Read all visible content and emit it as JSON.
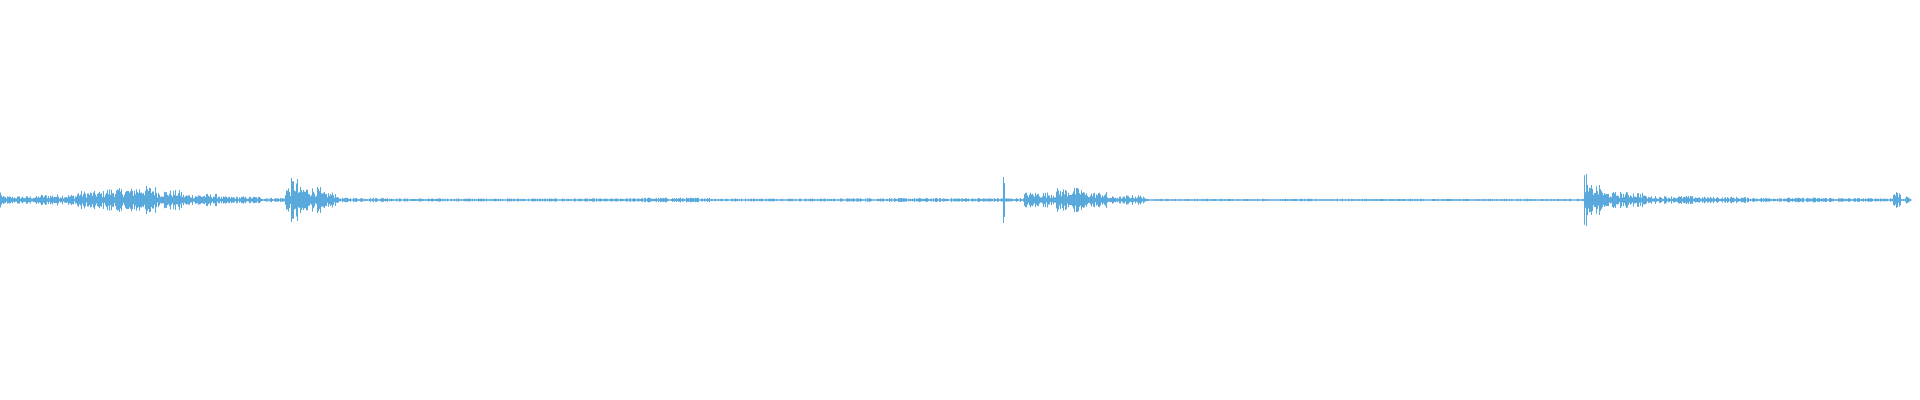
{
  "waveform": {
    "color": "#5aa9dd",
    "background": "#ffffff",
    "baseline_amplitude": 0.004,
    "segments": [
      {
        "start": 0.0,
        "end": 0.001,
        "peak": 0.05
      },
      {
        "start": 0.001,
        "end": 0.02,
        "peak": 0.02
      },
      {
        "start": 0.02,
        "end": 0.04,
        "peak": 0.028
      },
      {
        "start": 0.04,
        "end": 0.055,
        "peak": 0.045
      },
      {
        "start": 0.055,
        "end": 0.07,
        "peak": 0.06
      },
      {
        "start": 0.07,
        "end": 0.082,
        "peak": 0.07
      },
      {
        "start": 0.082,
        "end": 0.095,
        "peak": 0.05
      },
      {
        "start": 0.095,
        "end": 0.115,
        "peak": 0.03
      },
      {
        "start": 0.115,
        "end": 0.136,
        "peak": 0.018
      },
      {
        "start": 0.136,
        "end": 0.149,
        "peak": 0.012
      },
      {
        "start": 0.149,
        "end": 0.152,
        "peak": 0.07
      },
      {
        "start": 0.152,
        "end": 0.156,
        "peak": 0.11
      },
      {
        "start": 0.156,
        "end": 0.168,
        "peak": 0.065
      },
      {
        "start": 0.168,
        "end": 0.177,
        "peak": 0.04
      },
      {
        "start": 0.177,
        "end": 0.205,
        "peak": 0.012
      },
      {
        "start": 0.205,
        "end": 0.33,
        "peak": 0.008
      },
      {
        "start": 0.33,
        "end": 0.372,
        "peak": 0.012
      },
      {
        "start": 0.372,
        "end": 0.4445,
        "peak": 0.008
      },
      {
        "start": 0.4445,
        "end": 0.5255,
        "peak": 0.01
      },
      {
        "start": 0.5255,
        "end": 0.5265,
        "peak": 0.17
      },
      {
        "start": 0.5265,
        "end": 0.5365,
        "peak": 0.01
      },
      {
        "start": 0.5365,
        "end": 0.553,
        "peak": 0.04
      },
      {
        "start": 0.553,
        "end": 0.568,
        "peak": 0.06
      },
      {
        "start": 0.568,
        "end": 0.58,
        "peak": 0.04
      },
      {
        "start": 0.58,
        "end": 0.59,
        "peak": 0.018
      },
      {
        "start": 0.59,
        "end": 0.6,
        "peak": 0.025
      },
      {
        "start": 0.6,
        "end": 0.83,
        "peak": 0.006
      },
      {
        "start": 0.83,
        "end": 0.8315,
        "peak": 0.15
      },
      {
        "start": 0.8315,
        "end": 0.84,
        "peak": 0.075
      },
      {
        "start": 0.84,
        "end": 0.862,
        "peak": 0.04
      },
      {
        "start": 0.862,
        "end": 0.89,
        "peak": 0.02
      },
      {
        "start": 0.89,
        "end": 0.915,
        "peak": 0.016
      },
      {
        "start": 0.915,
        "end": 0.96,
        "peak": 0.012
      },
      {
        "start": 0.96,
        "end": 0.992,
        "peak": 0.01
      },
      {
        "start": 0.992,
        "end": 0.996,
        "peak": 0.045
      },
      {
        "start": 0.996,
        "end": 1.0,
        "peak": 0.01
      }
    ]
  }
}
